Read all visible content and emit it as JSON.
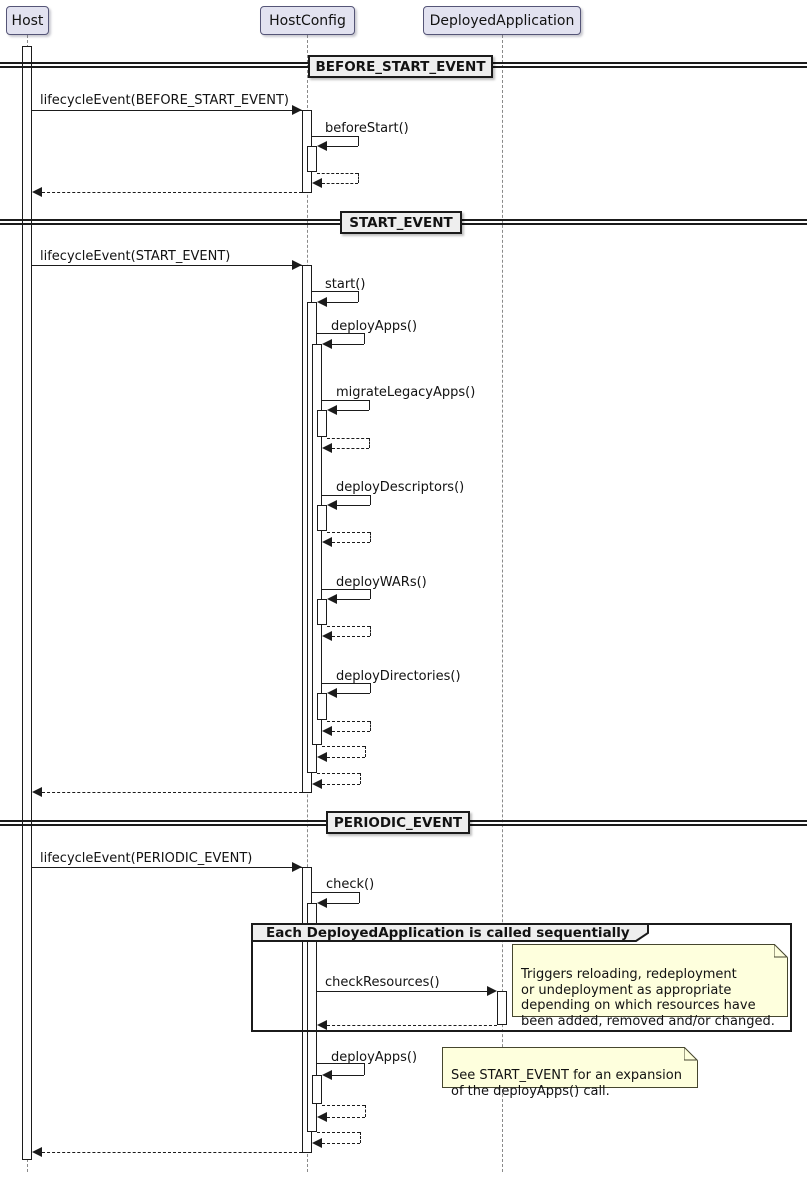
{
  "participants": [
    {
      "name": "Host"
    },
    {
      "name": "HostConfig"
    },
    {
      "name": "DeployedApplication"
    }
  ],
  "dividers": [
    {
      "label": "BEFORE_START_EVENT"
    },
    {
      "label": "START_EVENT"
    },
    {
      "label": "PERIODIC_EVENT"
    }
  ],
  "messages": {
    "lifecycle_before_start": "lifecycleEvent(BEFORE_START_EVENT)",
    "before_start": "beforeStart()",
    "lifecycle_start": "lifecycleEvent(START_EVENT)",
    "start": "start()",
    "deploy_apps": "deployApps()",
    "migrate_legacy_apps": "migrateLegacyApps()",
    "deploy_descriptors": "deployDescriptors()",
    "deploy_wars": "deployWARs()",
    "deploy_directories": "deployDirectories()",
    "lifecycle_periodic": "lifecycleEvent(PERIODIC_EVENT)",
    "check": "check()",
    "check_resources": "checkResources()",
    "deploy_apps_periodic": "deployApps()"
  },
  "group": {
    "label": "Each DeployedApplication is called sequentially"
  },
  "notes": [
    {
      "text": "Triggers reloading, redeployment\nor undeployment as appropriate\ndepending on which resources have\nbeen added, removed and/or changed."
    },
    {
      "text": "See START_EVENT for an expansion\nof the deployApps() call."
    }
  ],
  "colors": {
    "participant_fill": "#E2E2F0",
    "participant_border": "#555577",
    "note_fill": "#FEFFDD",
    "divider_fill": "#EEEEEE",
    "line": "#1B1B1B",
    "lifeline": "#8A8A8A"
  }
}
